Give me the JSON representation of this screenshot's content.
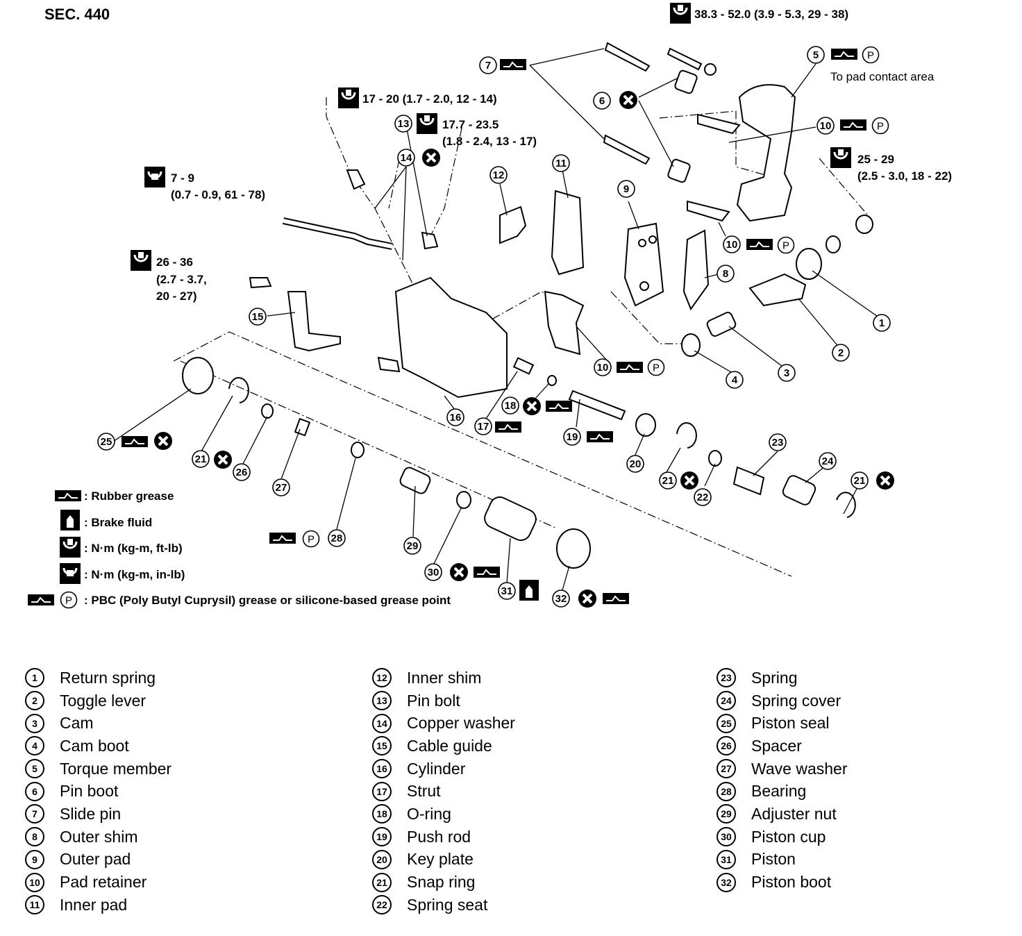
{
  "section_label": "SEC. 440",
  "torque_specs": {
    "slide_pin_bolt": "38.3 - 52.0 (3.9 - 5.3, 29 - 38)",
    "hose_bolt": "17 - 20 (1.7 - 2.0, 12 - 14)",
    "pin_bolt_line1": "17.7 - 23.5",
    "pin_bolt_line2": "(1.8 - 2.4, 13 - 17)",
    "bleeder_line1": "7 - 9",
    "bleeder_line2": "(0.7 - 0.9, 61 - 78)",
    "cable_guide_line1": "26 - 36",
    "cable_guide_line2": "(2.7 - 3.7,",
    "cable_guide_line3": "20 - 27)",
    "cam_nut_line1": "25 - 29",
    "cam_nut_line2": "(2.5 - 3.0, 18 - 22)"
  },
  "notes": {
    "pad_contact": "To pad contact area",
    "grease_p": "P"
  },
  "legend": {
    "rubber_grease": ": Rubber grease",
    "brake_fluid": ": Brake fluid",
    "nm_ftlb": ": N·m (kg-m, ft-lb)",
    "nm_inlb": ": N·m (kg-m, in-lb)",
    "pbc": ": PBC (Poly Butyl Cuprysil) grease or silicone-based grease point"
  },
  "callouts": [
    "1",
    "2",
    "3",
    "4",
    "5",
    "6",
    "7",
    "8",
    "9",
    "10",
    "11",
    "12",
    "13",
    "14",
    "15",
    "16",
    "17",
    "18",
    "19",
    "20",
    "21",
    "22",
    "23",
    "24",
    "25",
    "26",
    "27",
    "28",
    "29",
    "30",
    "31",
    "32"
  ],
  "parts": [
    {
      "num": "1",
      "name": "Return spring"
    },
    {
      "num": "2",
      "name": "Toggle lever"
    },
    {
      "num": "3",
      "name": "Cam"
    },
    {
      "num": "4",
      "name": "Cam boot"
    },
    {
      "num": "5",
      "name": "Torque member"
    },
    {
      "num": "6",
      "name": "Pin boot"
    },
    {
      "num": "7",
      "name": "Slide pin"
    },
    {
      "num": "8",
      "name": "Outer shim"
    },
    {
      "num": "9",
      "name": "Outer pad"
    },
    {
      "num": "10",
      "name": "Pad retainer"
    },
    {
      "num": "11",
      "name": "Inner pad"
    },
    {
      "num": "12",
      "name": "Inner shim"
    },
    {
      "num": "13",
      "name": "Pin bolt"
    },
    {
      "num": "14",
      "name": "Copper washer"
    },
    {
      "num": "15",
      "name": "Cable guide"
    },
    {
      "num": "16",
      "name": "Cylinder"
    },
    {
      "num": "17",
      "name": "Strut"
    },
    {
      "num": "18",
      "name": "O-ring"
    },
    {
      "num": "19",
      "name": "Push rod"
    },
    {
      "num": "20",
      "name": "Key plate"
    },
    {
      "num": "21",
      "name": "Snap ring"
    },
    {
      "num": "22",
      "name": "Spring seat"
    },
    {
      "num": "23",
      "name": "Spring"
    },
    {
      "num": "24",
      "name": "Spring cover"
    },
    {
      "num": "25",
      "name": "Piston seal"
    },
    {
      "num": "26",
      "name": "Spacer"
    },
    {
      "num": "27",
      "name": "Wave washer"
    },
    {
      "num": "28",
      "name": "Bearing"
    },
    {
      "num": "29",
      "name": "Adjuster nut"
    },
    {
      "num": "30",
      "name": "Piston cup"
    },
    {
      "num": "31",
      "name": "Piston"
    },
    {
      "num": "32",
      "name": "Piston boot"
    }
  ]
}
